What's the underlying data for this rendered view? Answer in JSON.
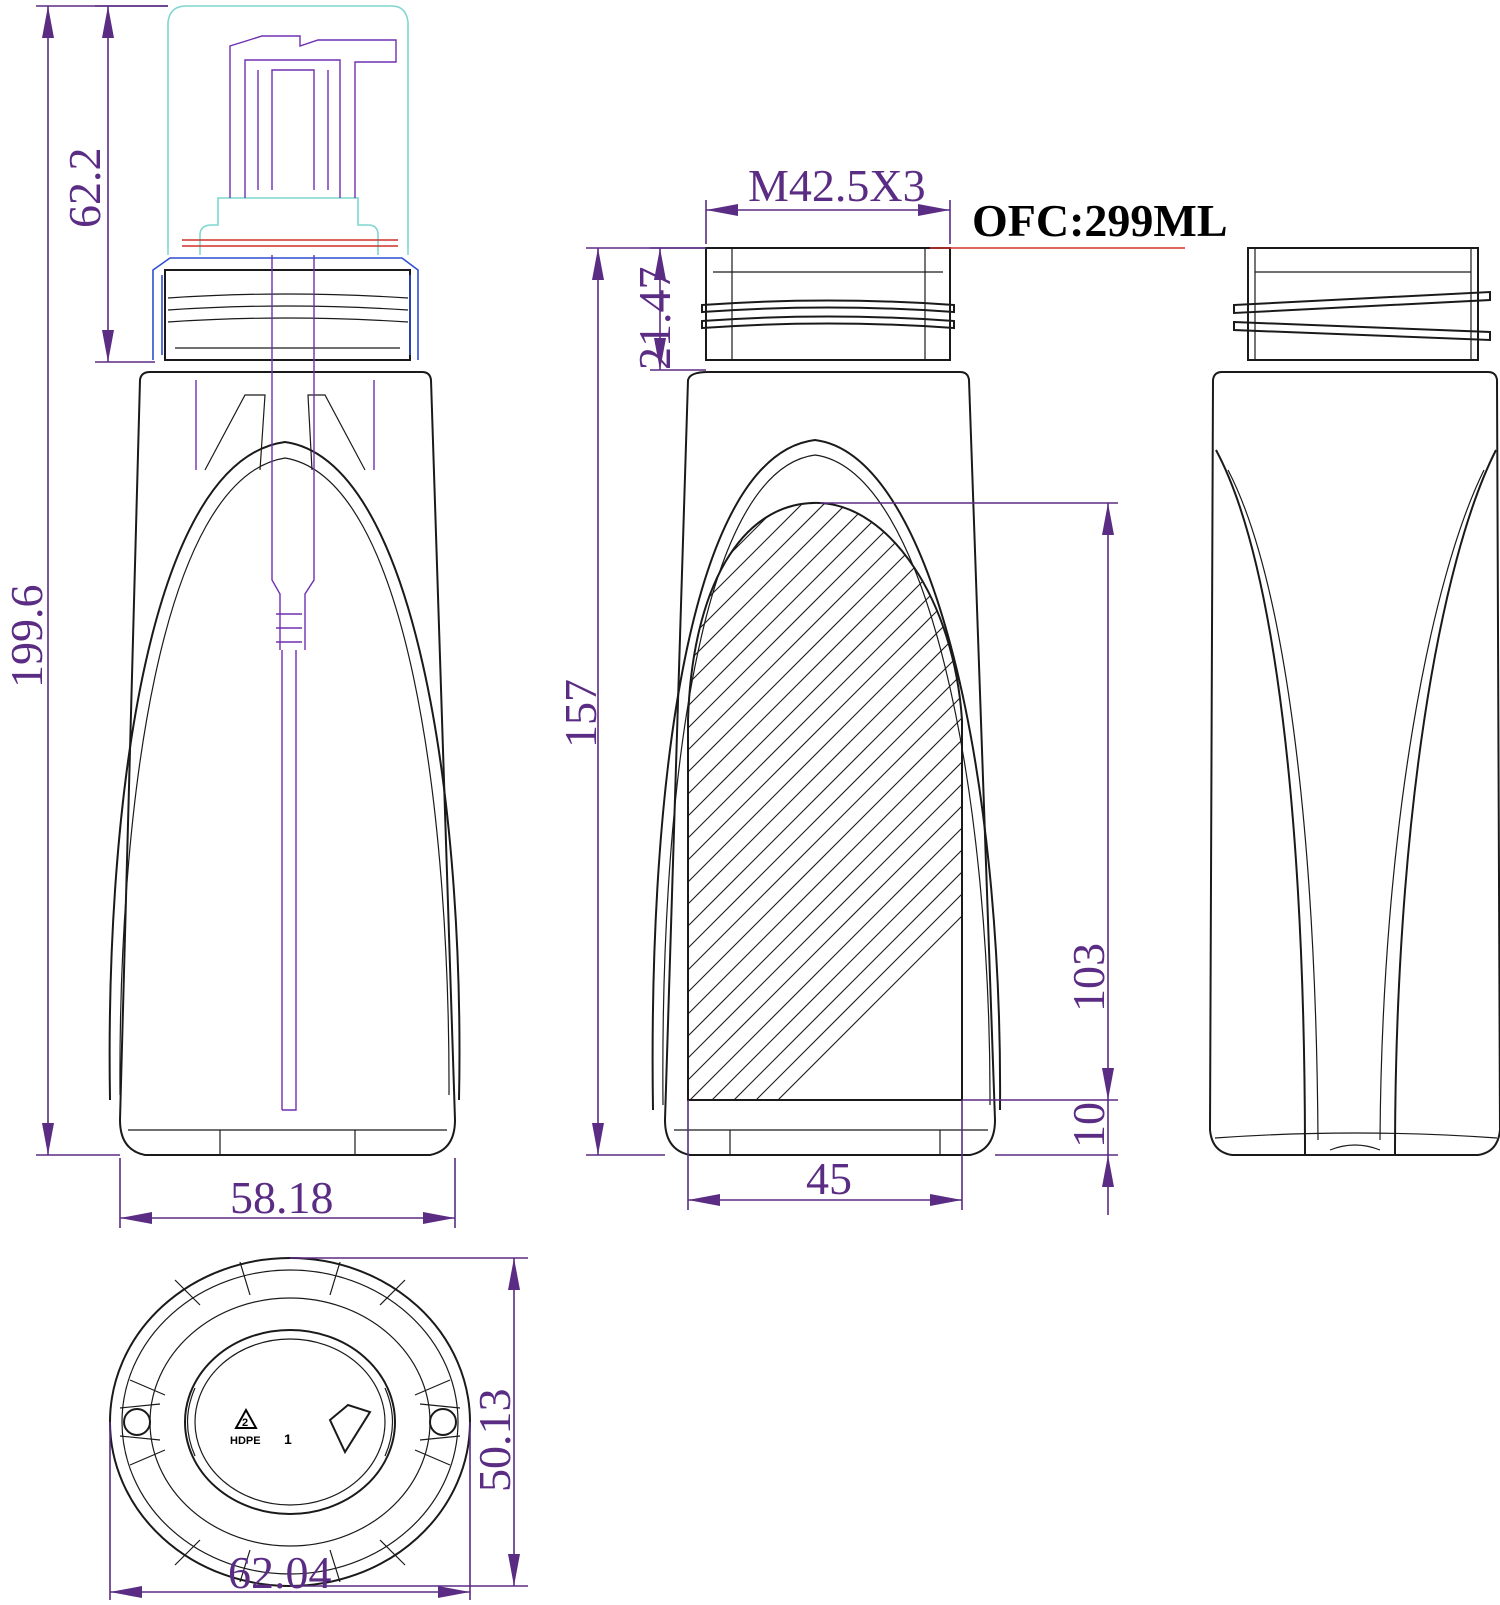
{
  "dimensions": {
    "pump_height": "62.2",
    "total_height": "199.6",
    "bottle_width": "58.18",
    "thread": "M42.5X3",
    "capacity": "OFC:299ML",
    "neck_height": "21.47",
    "body_height": "157",
    "label_height": "103",
    "label_bottom_offset": "10",
    "label_width": "45",
    "base_width": "62.04",
    "base_depth": "50.13"
  },
  "base_markings": {
    "recycle_code": "2",
    "material": "HDPE",
    "mold_number": "1"
  },
  "colors": {
    "outline": "#1a1a1a",
    "dimension": "#5b2c83",
    "pump": "#6e2fb0",
    "cap": "#7fd6d0",
    "collar": "#2d4fd0",
    "fill_line": "#d0302a"
  }
}
